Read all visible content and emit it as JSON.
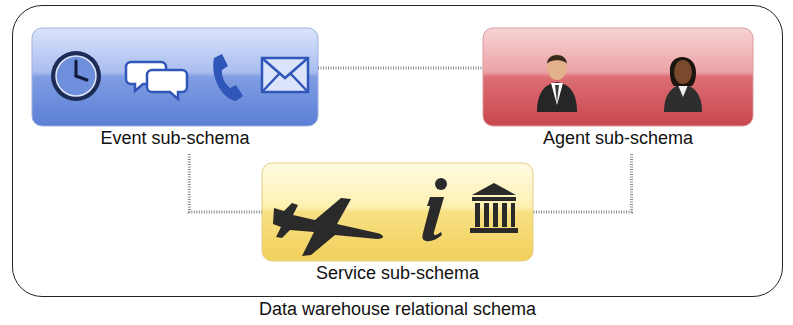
{
  "diagram": {
    "nodes": [
      {
        "text": [
          "Data warehouse relational schema"
        ]
      },
      {
        "text": [
          "Event sub-schema"
        ],
        "in": 0
      },
      {
        "text": [
          "Agent sub-schema"
        ],
        "in": 0
      },
      {
        "text": [
          "Service sub-schema"
        ],
        "in": 0
      }
    ],
    "edges": [
      {
        "from": 1,
        "to": 2,
        "arrow": "none"
      },
      {
        "from": 1,
        "to": 3,
        "arrow": "none"
      },
      {
        "from": 2,
        "to": 3,
        "arrow": "none"
      }
    ]
  }
}
